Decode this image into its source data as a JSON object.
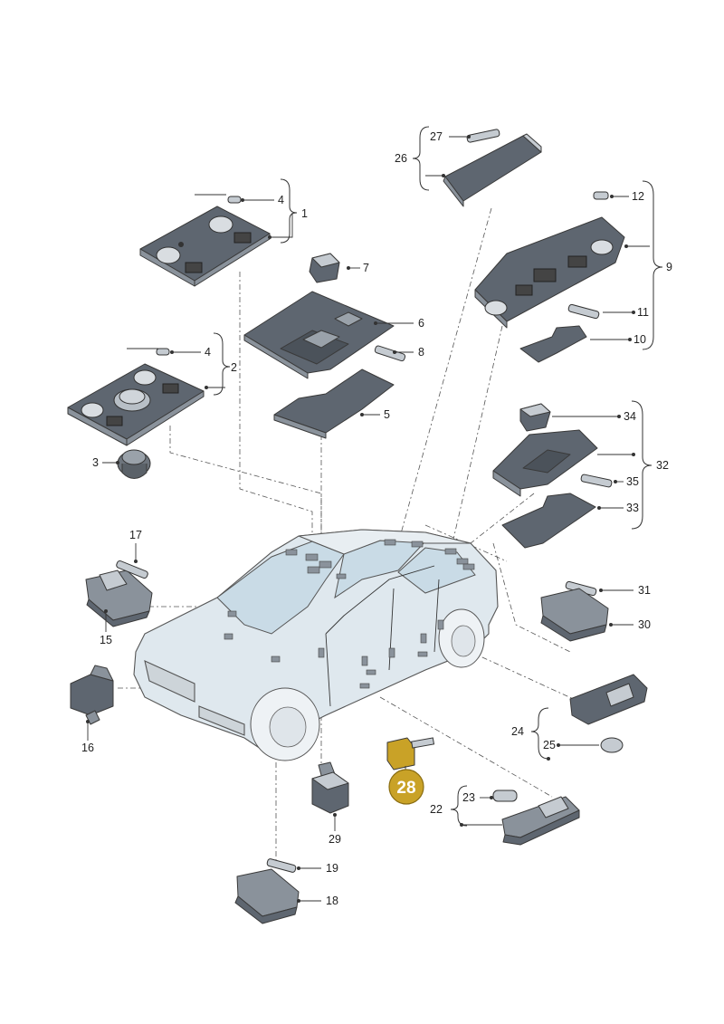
{
  "labels": {
    "p1": "1",
    "p2": "2",
    "p3": "3",
    "p4a": "4",
    "p4b": "4",
    "p5": "5",
    "p6": "6",
    "p7": "7",
    "p8": "8",
    "p9": "9",
    "p10": "10",
    "p11": "11",
    "p12": "12",
    "p15": "15",
    "p16": "16",
    "p17": "17",
    "p18": "18",
    "p19": "19",
    "p22": "22",
    "p23": "23",
    "p24": "24",
    "p25": "25",
    "p26": "26",
    "p27": "27",
    "p28": "28",
    "p29": "29",
    "p30": "30",
    "p31": "31",
    "p32": "32",
    "p33": "33",
    "p34": "34",
    "p35": "35"
  },
  "colors": {
    "highlight_badge": "#c9a227",
    "part_dark": "#5e6670",
    "car_body": "#dfe8ee"
  }
}
